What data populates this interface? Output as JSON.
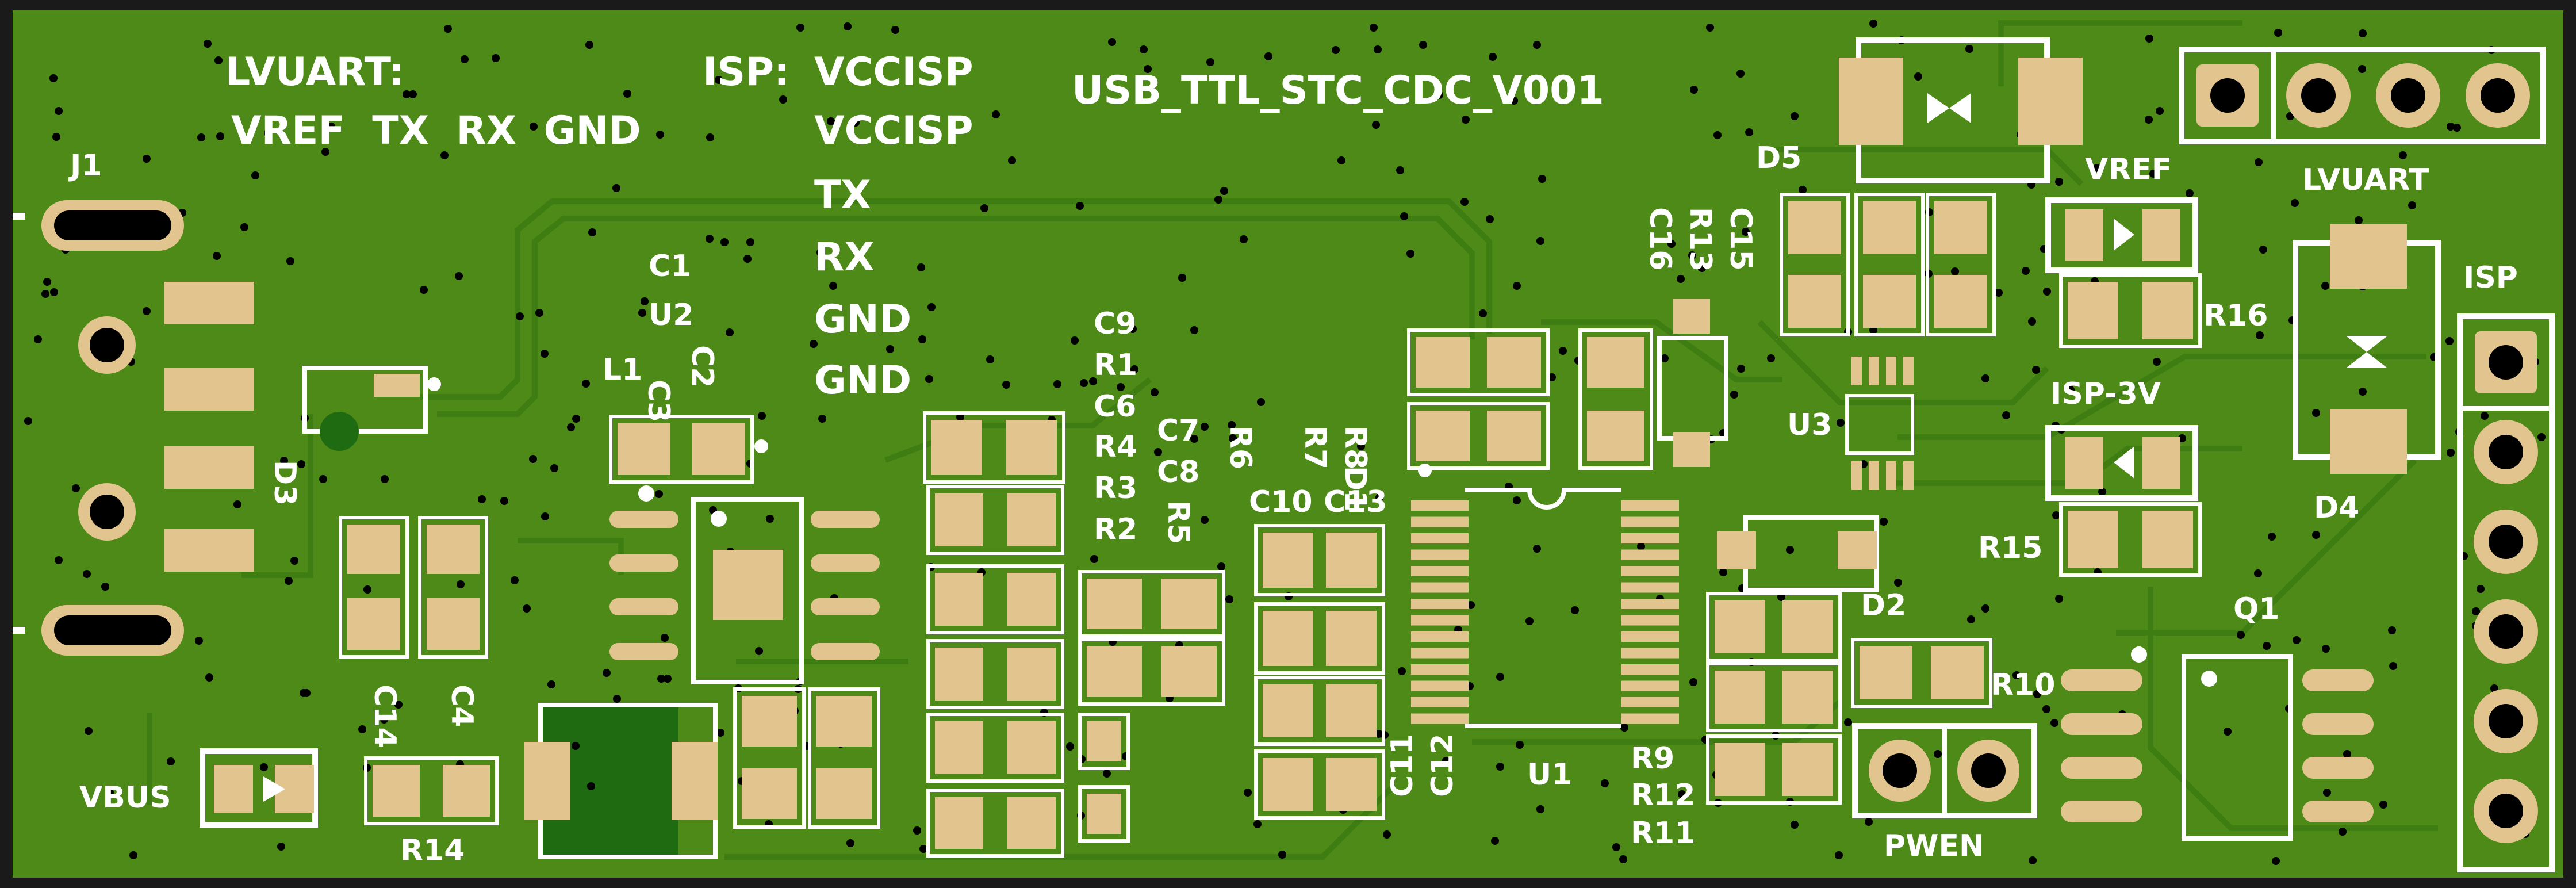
{
  "board": {
    "name": "USB_TTL_STC_CDC_V001",
    "colors": {
      "board": "#4d8a17",
      "board_dark": "#2f6a0c",
      "copper_pad": "#e2c48f",
      "silk": "#ffffff",
      "hole": "#000000",
      "frame": "#1a1a1a"
    }
  },
  "notes": {
    "lvuart_title": "LVUART:",
    "lvuart_pins": "VREF  TX  RX  GND",
    "isp_title": "ISP:",
    "isp_pins": [
      "VCCISP",
      "VCCISP",
      "TX",
      "RX",
      "GND",
      "GND"
    ]
  },
  "labels": [
    {
      "id": "j1",
      "text": "J1"
    },
    {
      "id": "c1",
      "text": "C1"
    },
    {
      "id": "u2",
      "text": "U2"
    },
    {
      "id": "l1",
      "text": "L1"
    },
    {
      "id": "c3",
      "text": "C3"
    },
    {
      "id": "c2",
      "text": "C2"
    },
    {
      "id": "d3",
      "text": "D3"
    },
    {
      "id": "c14",
      "text": "C14"
    },
    {
      "id": "c4",
      "text": "C4"
    },
    {
      "id": "vbus",
      "text": "VBUS"
    },
    {
      "id": "r14",
      "text": "R14"
    },
    {
      "id": "c9",
      "text": "C9"
    },
    {
      "id": "r1",
      "text": "R1"
    },
    {
      "id": "c6",
      "text": "C6"
    },
    {
      "id": "r4",
      "text": "R4"
    },
    {
      "id": "r3",
      "text": "R3"
    },
    {
      "id": "r2",
      "text": "R2"
    },
    {
      "id": "c7",
      "text": "C7"
    },
    {
      "id": "c8",
      "text": "C8"
    },
    {
      "id": "r5",
      "text": "R5"
    },
    {
      "id": "r6",
      "text": "R6"
    },
    {
      "id": "r7",
      "text": "R7"
    },
    {
      "id": "r8",
      "text": "R8"
    },
    {
      "id": "d1",
      "text": "D1"
    },
    {
      "id": "c10",
      "text": "C10"
    },
    {
      "id": "c13",
      "text": "C13"
    },
    {
      "id": "c11",
      "text": "C11"
    },
    {
      "id": "c12",
      "text": "C12"
    },
    {
      "id": "u1",
      "text": "U1"
    },
    {
      "id": "r9",
      "text": "R9"
    },
    {
      "id": "r12",
      "text": "R12"
    },
    {
      "id": "r11",
      "text": "R11"
    },
    {
      "id": "d5",
      "text": "D5"
    },
    {
      "id": "c16",
      "text": "C16"
    },
    {
      "id": "r13",
      "text": "R13"
    },
    {
      "id": "c15",
      "text": "C15"
    },
    {
      "id": "u3",
      "text": "U3"
    },
    {
      "id": "d2",
      "text": "D2"
    },
    {
      "id": "r10",
      "text": "R10"
    },
    {
      "id": "pwen",
      "text": "PWEN"
    },
    {
      "id": "vref",
      "text": "VREF"
    },
    {
      "id": "r16",
      "text": "R16"
    },
    {
      "id": "isp3v",
      "text": "ISP-3V"
    },
    {
      "id": "r15",
      "text": "R15"
    },
    {
      "id": "lvuart",
      "text": "LVUART"
    },
    {
      "id": "isp",
      "text": "ISP"
    },
    {
      "id": "d4",
      "text": "D4"
    },
    {
      "id": "q1",
      "text": "Q1"
    }
  ],
  "icons": [
    "usb-connector-icon",
    "mounting-hole-icon",
    "ic-chip-icon",
    "header-pin-icon",
    "diode-icon",
    "via-icon"
  ]
}
